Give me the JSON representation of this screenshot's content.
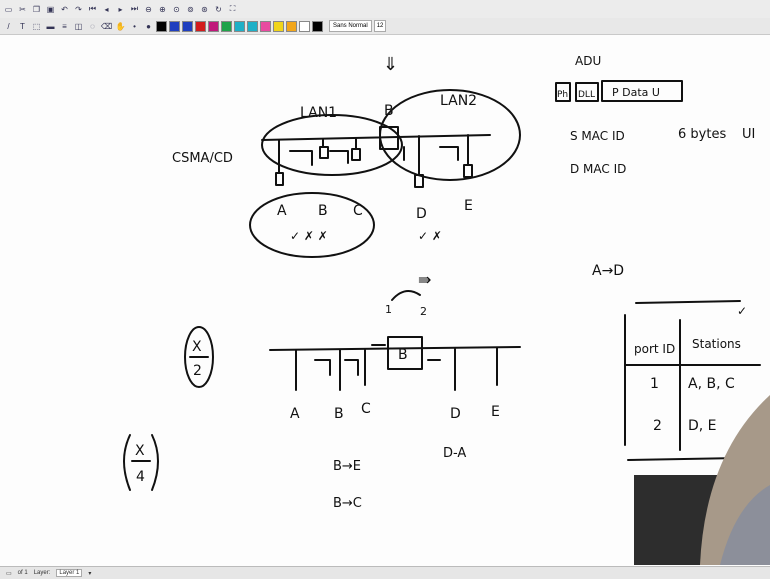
{
  "toolbar": {
    "font_name": "Sans Normal",
    "font_size": "12",
    "palette": [
      "#000000",
      "#1f3fbf",
      "#1f3fbf",
      "#d21c1c",
      "#c0187a",
      "#1fa34a",
      "#1fb0c7",
      "#1fb0c7",
      "#e94ba0",
      "#f0d51a",
      "#f2a61a",
      "#ffffff",
      "#000000"
    ]
  },
  "status": {
    "page": "of 1",
    "layer_label": "Layer:",
    "layer_value": "Layer 1"
  },
  "notes": {
    "lan1": "LAN1",
    "lan2": "LAN2",
    "csma": "CSMA/CD",
    "b_top": "B",
    "st_a": "A",
    "st_b": "B",
    "st_c": "C",
    "st_d": "D",
    "st_e": "E",
    "adu": "ADU",
    "ph": "Ph",
    "dll": "DLL",
    "pdata": "P Data U",
    "smac": "S MAC ID",
    "dmac": "D MAC ID",
    "bytes": "6 bytes",
    "ui": "UI",
    "atod": "A→D",
    "x2_num": "X",
    "x2_den": "2",
    "x4_num": "X",
    "x4_den": "4",
    "bridge_b": "B",
    "la": "A",
    "lb": "B",
    "lc": "C",
    "ld": "D",
    "le": "E",
    "da": "D-A",
    "btoe": "B→E",
    "btoc": "B→C",
    "th_port": "port ID",
    "th_stations": "Stations",
    "row1_port": "1",
    "row1_st": "A, B, C",
    "row2_port": "2",
    "row2_st": "D, E",
    "num1": "1",
    "num2": "2"
  }
}
